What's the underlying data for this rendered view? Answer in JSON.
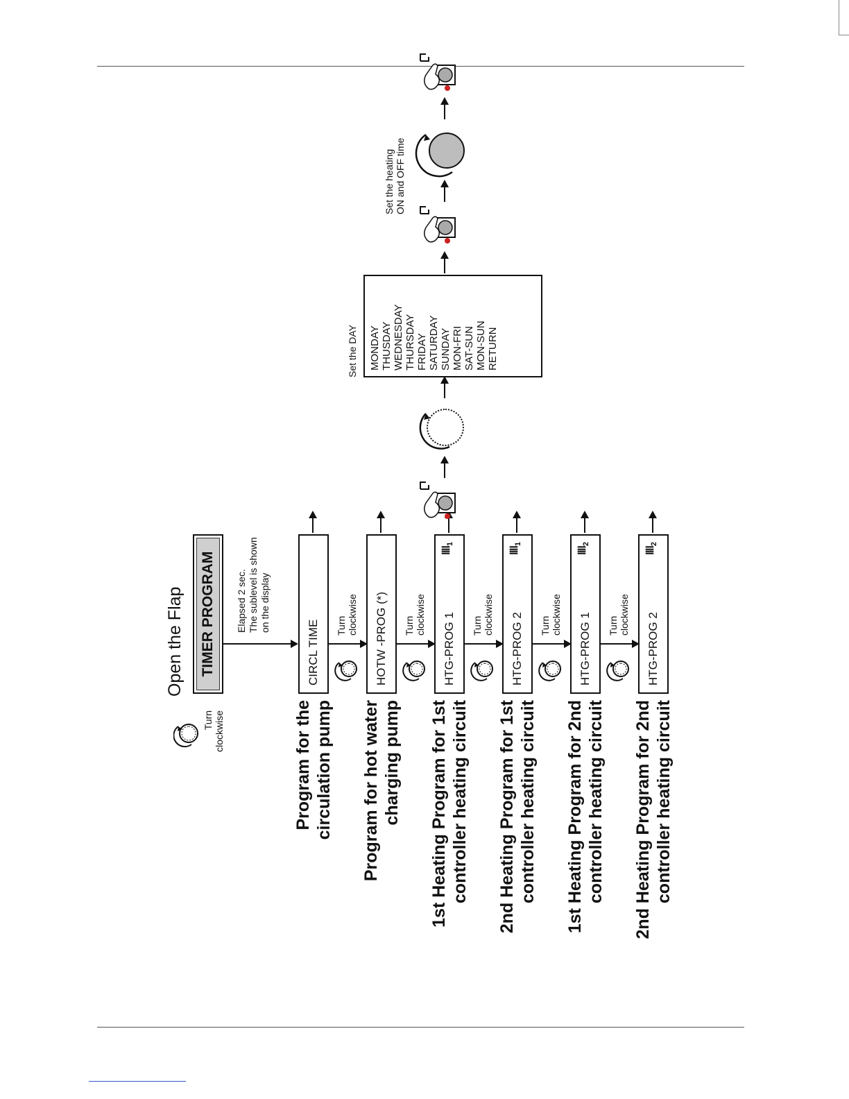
{
  "diagram": {
    "open_flap": "Open the Flap",
    "timer_program": "TIMER PROGRAM",
    "turn_clockwise_top": [
      "Turn",
      "clockwise"
    ],
    "elapsed_note": [
      "Elapsed 2 sec.",
      "The sublevel is shown",
      "on the display"
    ],
    "turn_clockwise": "Turn clockwise",
    "programs": [
      {
        "label": [
          "Program for the",
          "circulation pump"
        ],
        "display": "CIRCL TIME",
        "symbol": ""
      },
      {
        "label": [
          "Program for hot water",
          "charging pump"
        ],
        "display": "HOTW -PROG (*)",
        "symbol": ""
      },
      {
        "label": [
          "1st Heating Program for 1st",
          "controller heating circuit"
        ],
        "display": "HTG-PROG 1",
        "symbol": "ⅢⅠ",
        "sub": "1"
      },
      {
        "label": [
          "2nd Heating Program for 1st",
          "controller heating circuit"
        ],
        "display": "HTG-PROG 2",
        "symbol": "ⅢⅠ",
        "sub": "1"
      },
      {
        "label": [
          "1st Heating Program for 2nd",
          "controller heating circuit"
        ],
        "display": "HTG-PROG 1",
        "symbol": "ⅢⅠ",
        "sub": "2"
      },
      {
        "label": [
          "2nd Heating Program for 2nd",
          "controller heating circuit"
        ],
        "display": "HTG-PROG 2",
        "symbol": "ⅢⅠ",
        "sub": "2"
      }
    ],
    "set_day_title": "Set the DAY",
    "days": [
      "MONDAY",
      "THUSDAY",
      "WEDNESDAY",
      "THURSDAY",
      "FRIDAY",
      "SATURDAY",
      "SUNDAY",
      "MON-FRI",
      "SAT-SUN",
      "MON-SUN",
      "RETURN"
    ],
    "set_heating_note": [
      "Set the heating",
      "ON and OFF time"
    ]
  }
}
